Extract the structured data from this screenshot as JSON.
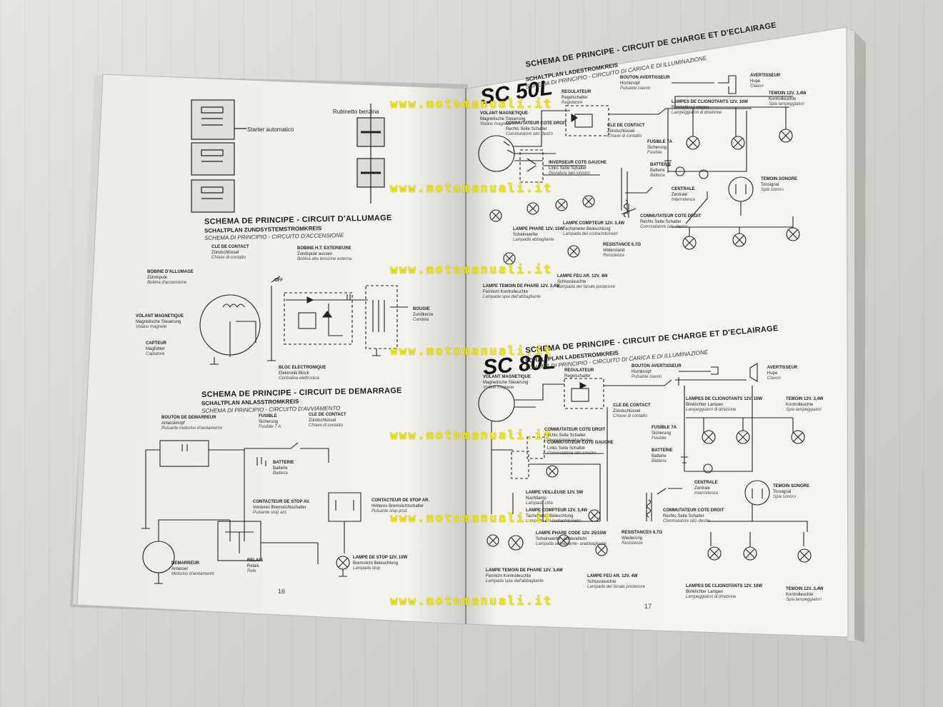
{
  "document": {
    "left_page": {
      "page_number": "16",
      "fuel_labels": {
        "tap": "Rubinetto benzina",
        "starter": "Starter automatico"
      },
      "ignition": {
        "title": "SCHEMA DE PRINCIPE - CIRCUIT D'ALLUMAGE",
        "subtitle_de": "SCHALTPLAN ZUNDSYSTEMSTROMKREIS",
        "subtitle_it": "SCHEMA DI PRINCIPIO - CIRCUITO D'ACCENSIONE",
        "labels": {
          "cle_fr": "CLE DE CONTACT",
          "cle_de": "Zündschlüssel",
          "cle_it": "Chiave di contatto",
          "ht_fr": "BOBINE H.T. EXTERIEURE",
          "ht_de": "Zundspule aussen",
          "ht_it": "Bobina alta tensione esterna",
          "bob_fr": "BOBINE D'ALLUMAGE",
          "bob_de": "Zündspule",
          "bob_it": "Bobina d'accensione",
          "vol_fr": "VOLANT MAGNETIQUE",
          "vol_de": "Magnetische Steuerung",
          "vol_it": "Volano magnete",
          "cap_fr": "CAPTEUR",
          "cap_de": "Magfühler",
          "cap_it": "Captatore",
          "bloc_fr": "BLOC ELECTRONIQUE",
          "bloc_de": "Elektronik Block",
          "bloc_it": "Centralina elettronica",
          "bou_fr": "BOUGIE",
          "bou_de": "Zundkerze",
          "bou_it": "Candela",
          "off": "OFF"
        }
      },
      "start": {
        "title": "SCHEMA DE PRINCIPE - CIRCUIT DE DEMARRAGE",
        "subtitle_de": "SCHALTPLAN ANLASSTROMKREIS",
        "subtitle_it": "SCHEMA DI PRINCIPIO - CIRCUITO D'AVVIAMENTO",
        "labels": {
          "bd_fr": "BOUTON DE DEMARREUR",
          "bd_de": "Anlassknopf",
          "bd_it": "Pulsante motorino d'avviamento",
          "fus_fr": "FUSIBLE",
          "fus_de": "Sicherung",
          "fus_it": "Fusibile 7 A",
          "cle_fr": "CLE DE CONTACT",
          "cle_de": "Zündschlüssel",
          "cle_it": "Chiave di contatto",
          "bat_fr": "BATTERIE",
          "bat_de": "Batterie",
          "bat_it": "Batteria",
          "cav_fr": "CONTACTEUR DE STOP AV.",
          "cav_de": "Vorderes Bremslichtschalter",
          "cav_it": "Pulsante stop ant.",
          "car_fr": "CONTACTEUR DE STOP AR.",
          "car_de": "Hinteres Bremslichtschalter",
          "car_it": "Pulsante stop post.",
          "dem_fr": "DEMARREUR",
          "dem_de": "Anlasser",
          "dem_it": "Motorino d'avviamento",
          "rel_fr": "RELAIS",
          "rel_de": "Relais",
          "rel_it": "Relè",
          "ls_fr": "LAMPE DE STOP 12V. 10W",
          "ls_de": "Bremslicht Beleuchtung",
          "ls_it": "Lampada stop"
        }
      }
    },
    "right_page": {
      "page_number": "17",
      "top": {
        "model": "SC 50L",
        "title": "SCHEMA DE PRINCIPE - CIRCUIT DE CHARGE ET D'ECLAIRAGE",
        "subtitle_de": "SCHALTPLAN LADESTROMKREIS",
        "subtitle_it": "SCHEMA DI PRINCIPIO - CIRCUITO DI CARICA E DI ILLUMINAZIONE",
        "labels": {
          "vol_fr": "VOLANT MAGNETIQUE",
          "vol_de": "Magnetische Steuerung",
          "vol_it": "Volano magnete",
          "reg_fr": "REGULATEUR",
          "reg_de": "Regelschalter",
          "reg_it": "Regolatore",
          "btn_fr": "BOUTON AVERTISSEUR",
          "btn_de": "Hornknopf",
          "btn_it": "Pulsante claxon",
          "av_fr": "AVERTISSEUR",
          "av_de": "Hupe",
          "av_it": "Claxon",
          "ccd_fr": "COMMUTATEUR COTE DROIT",
          "ccd_de": "Rechts Seite Schalter",
          "ccd_it": "Commutatore lato destro",
          "cle_fr": "CLE DE CONTACT",
          "cle_de": "Zündschlüssel",
          "cle_it": "Chiave di contatto",
          "fus_fr": "FUSIBLE 7A",
          "fus_de": "Sicherung",
          "fus_it": "Fusibile",
          "icg_fr": "INVERSEUR COTE GAUCHE",
          "icg_de": "Links Seite Schalter",
          "icg_it": "Deviatore lato sinistro",
          "bat_fr": "BATTERIE",
          "bat_de": "Batterie",
          "bat_it": "Batteria",
          "lc_fr": "LAMPES DE CLIGNOTANTS 12V. 10W",
          "lc_de": "Blinklichter Lampen",
          "lc_it": "Lampeggiatori di direzione",
          "tm_fr": "TEMOIN 12V. 3,4W",
          "tm_de": "Kontrolleuchte",
          "tm_it": "Spia lampeggiatori",
          "cen_fr": "CENTRALE",
          "cen_de": "Zentrale",
          "cen_it": "Intermitenza",
          "ts_fr": "TEMOIN SONORE",
          "ts_de": "Tonsignal",
          "ts_it": "Spia sonoro",
          "lp_fr": "LAMPE PHARE 12V. 15W",
          "lp_de": "Scheinwerfer",
          "lp_it": "Lampada abbagliante",
          "lcp_fr": "LAMPE COMPTEUR 12V. 3,4W",
          "lcp_de": "Tachometer Beleuchtung",
          "lcp_it": "Lampada del contachilometri",
          "res_fr": "RESISTANCE 6,7Ω",
          "res_de": "Widerstand",
          "res_it": "Resistenza",
          "ccd2_fr": "COMMUTATEUR COTE DROIT",
          "ccd2_de": "Rechts Seite Schalter",
          "ccd2_it": "Commutatore lato destro",
          "ltp_fr": "LAMPE TEMOIN DE PHARE 12V. 3,4W",
          "ltp_de": "Fernlicht Kontrolleuchte",
          "ltp_it": "Lampada spia dell'abbagliante",
          "lfa_fr": "LAMPE FEU AR. 12V. 4W",
          "lfa_de": "Schlussleuchte",
          "lfa_it": "Lampada del fanale posteriore"
        }
      },
      "bottom": {
        "model": "SC 80L",
        "title": "SCHEMA DE PRINCIPE - CIRCUIT DE CHARGE ET D'ECLAIRAGE",
        "subtitle_de": "SCHALTPLAN LADESTROMKREIS",
        "subtitle_it": "SCHEMA DI PRINCIPIO - CIRCUITO DI CARICA E DI ILLUMINAZIONE",
        "labels": {
          "vol_fr": "VOLANT MAGNETIQUE",
          "vol_de": "Magnetische Steuerung",
          "vol_it": "Volano magnete",
          "reg_fr": "REGULATEUR",
          "reg_de": "Regelschalter",
          "reg_it": "Regolatore",
          "btn_fr": "BOUTON AVERTISSEUR",
          "btn_de": "Hornknopf",
          "btn_it": "Pulsante claxon",
          "av_fr": "AVERTISSEUR",
          "av_de": "Hupe",
          "av_it": "Claxon",
          "cle_fr": "CLE DE CONTACT",
          "cle_de": "Zündschlüssel",
          "cle_it": "Chiave di contatto",
          "lc_fr": "LAMPES DE CLIGNOTANTS 12V. 10W",
          "lc_de": "Blinklichter Lampen",
          "lc_it": "Lampeggiatori di direzione",
          "tm_fr": "TEMOIN 12V. 3,4W",
          "tm_de": "Kontrolleuchte",
          "tm_it": "Spia lampeggiatori",
          "ccd_fr": "COMMUTATEUR COTE DROIT",
          "ccd_de": "Rechts Seite Schalter",
          "ccd_it": "Commutatore lato destro",
          "ccg_fr": "COMMUTATEUR COTE GAUCHE",
          "ccg_de": "Links Seite Schalter",
          "ccg_it": "Commutatore lato sinistro",
          "fus_fr": "FUSIBLE 7A",
          "fus_de": "Sicherung",
          "fus_it": "Fusibile",
          "bat_fr": "BATTERIE",
          "bat_de": "Batterie",
          "bat_it": "Batteria",
          "cen_fr": "CENTRALE",
          "cen_de": "Zentrale",
          "cen_it": "Intermitenza",
          "ts_fr": "TEMOIN SONORE",
          "ts_de": "Tonsignal",
          "ts_it": "Spia sonoro",
          "lv_fr": "LAMPE VEILLEUSE 12V. 5W",
          "lv_de": "Nachtlamp",
          "lv_it": "Lampada città",
          "lcp_fr": "LAMPE COMPTEUR 12V. 3,4W",
          "lcp_de": "Tachometer Beleuchtung",
          "lcp_it": "Lampada del contachilometri",
          "lpc_fr": "LAMPE PHARE CODE 12V. 25/15W",
          "lpc_de": "Scheinwerfer- Abblendlicht",
          "lpc_it": "Lampada abbagliante- anabbagliante",
          "ccd2_fr": "COMMUTATEUR COTE DROIT",
          "ccd2_de": "Rechts Seite Schalter",
          "ccd2_it": "Commutatore lato destro",
          "res_fr": "RESISTANCES 6,7Ω",
          "res_de": "Wiederung",
          "res_it": "Resistenze",
          "ltp_fr": "LAMPE TEMOIN DE PHARE 12V. 3,4W",
          "ltp_de": "Fernlicht Kontrolleuchte",
          "ltp_it": "Lampada spia dell'abbagliante",
          "lfa_fr": "LAMPE FEU AR. 12V. 4W",
          "lfa_de": "Schlussleuchte",
          "lfa_it": "Lampada del fanale posteriore",
          "lc2_fr": "LAMPES DE CLIGNOTANTS 12V. 10W",
          "lc2_de": "Blinklichter Lampen",
          "lc2_it": "Lampeggiatori di direzione",
          "tm2_fr": "TEMOIN 12V. 3,4W",
          "tm2_de": "Kontrolleuchte",
          "tm2_it": "Spia lampeggiatori"
        }
      }
    },
    "watermark": "www.motomanuali.it"
  }
}
